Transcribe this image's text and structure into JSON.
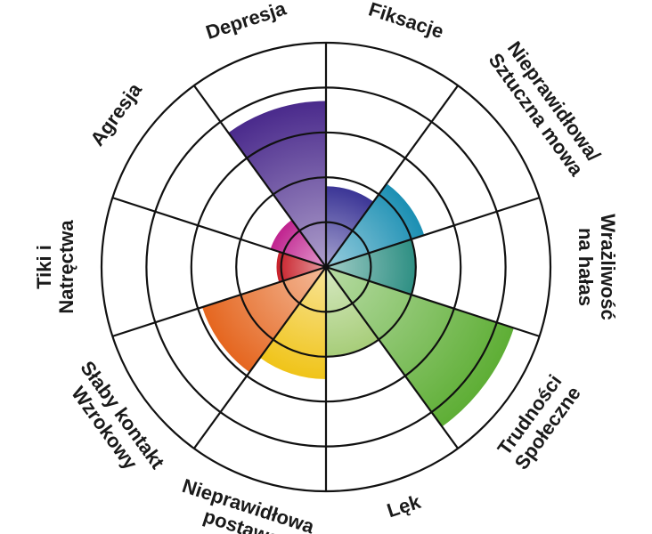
{
  "chart_data": {
    "type": "polar-area",
    "title": "",
    "rings": 5,
    "rmax": 5,
    "grid": true,
    "legend": "none",
    "categories": [
      {
        "label_lines": [
          "Fiksacje"
        ],
        "value": 1.8,
        "color": "#3b3596"
      },
      {
        "label_lines": [
          "Nieprawidłowa/",
          "Sztuczna mowa"
        ],
        "value": 2.3,
        "color": "#1b8fb3"
      },
      {
        "label_lines": [
          "Wrażliwość",
          "na hałas"
        ],
        "value": 2.0,
        "color": "#2e8f83"
      },
      {
        "label_lines": [
          "Trudności",
          "Społeczne"
        ],
        "value": 4.4,
        "color": "#5eae35"
      },
      {
        "label_lines": [
          "Lęk"
        ],
        "value": 2.0,
        "color": "#a7cd79"
      },
      {
        "label_lines": [
          "Nieprawidłowa",
          "postawa"
        ],
        "value": 2.5,
        "color": "#f0c419"
      },
      {
        "label_lines": [
          "Słaby kontakt",
          "Wzrokowy"
        ],
        "value": 2.9,
        "color": "#e5661f"
      },
      {
        "label_lines": [
          "Tiki i",
          "Natręctwa"
        ],
        "value": 1.1,
        "color": "#c8202a"
      },
      {
        "label_lines": [
          "Agresja"
        ],
        "value": 1.3,
        "color": "#c0238f"
      },
      {
        "label_lines": [
          "Depresja"
        ],
        "value": 3.7,
        "color": "#4a2a8c"
      }
    ]
  }
}
